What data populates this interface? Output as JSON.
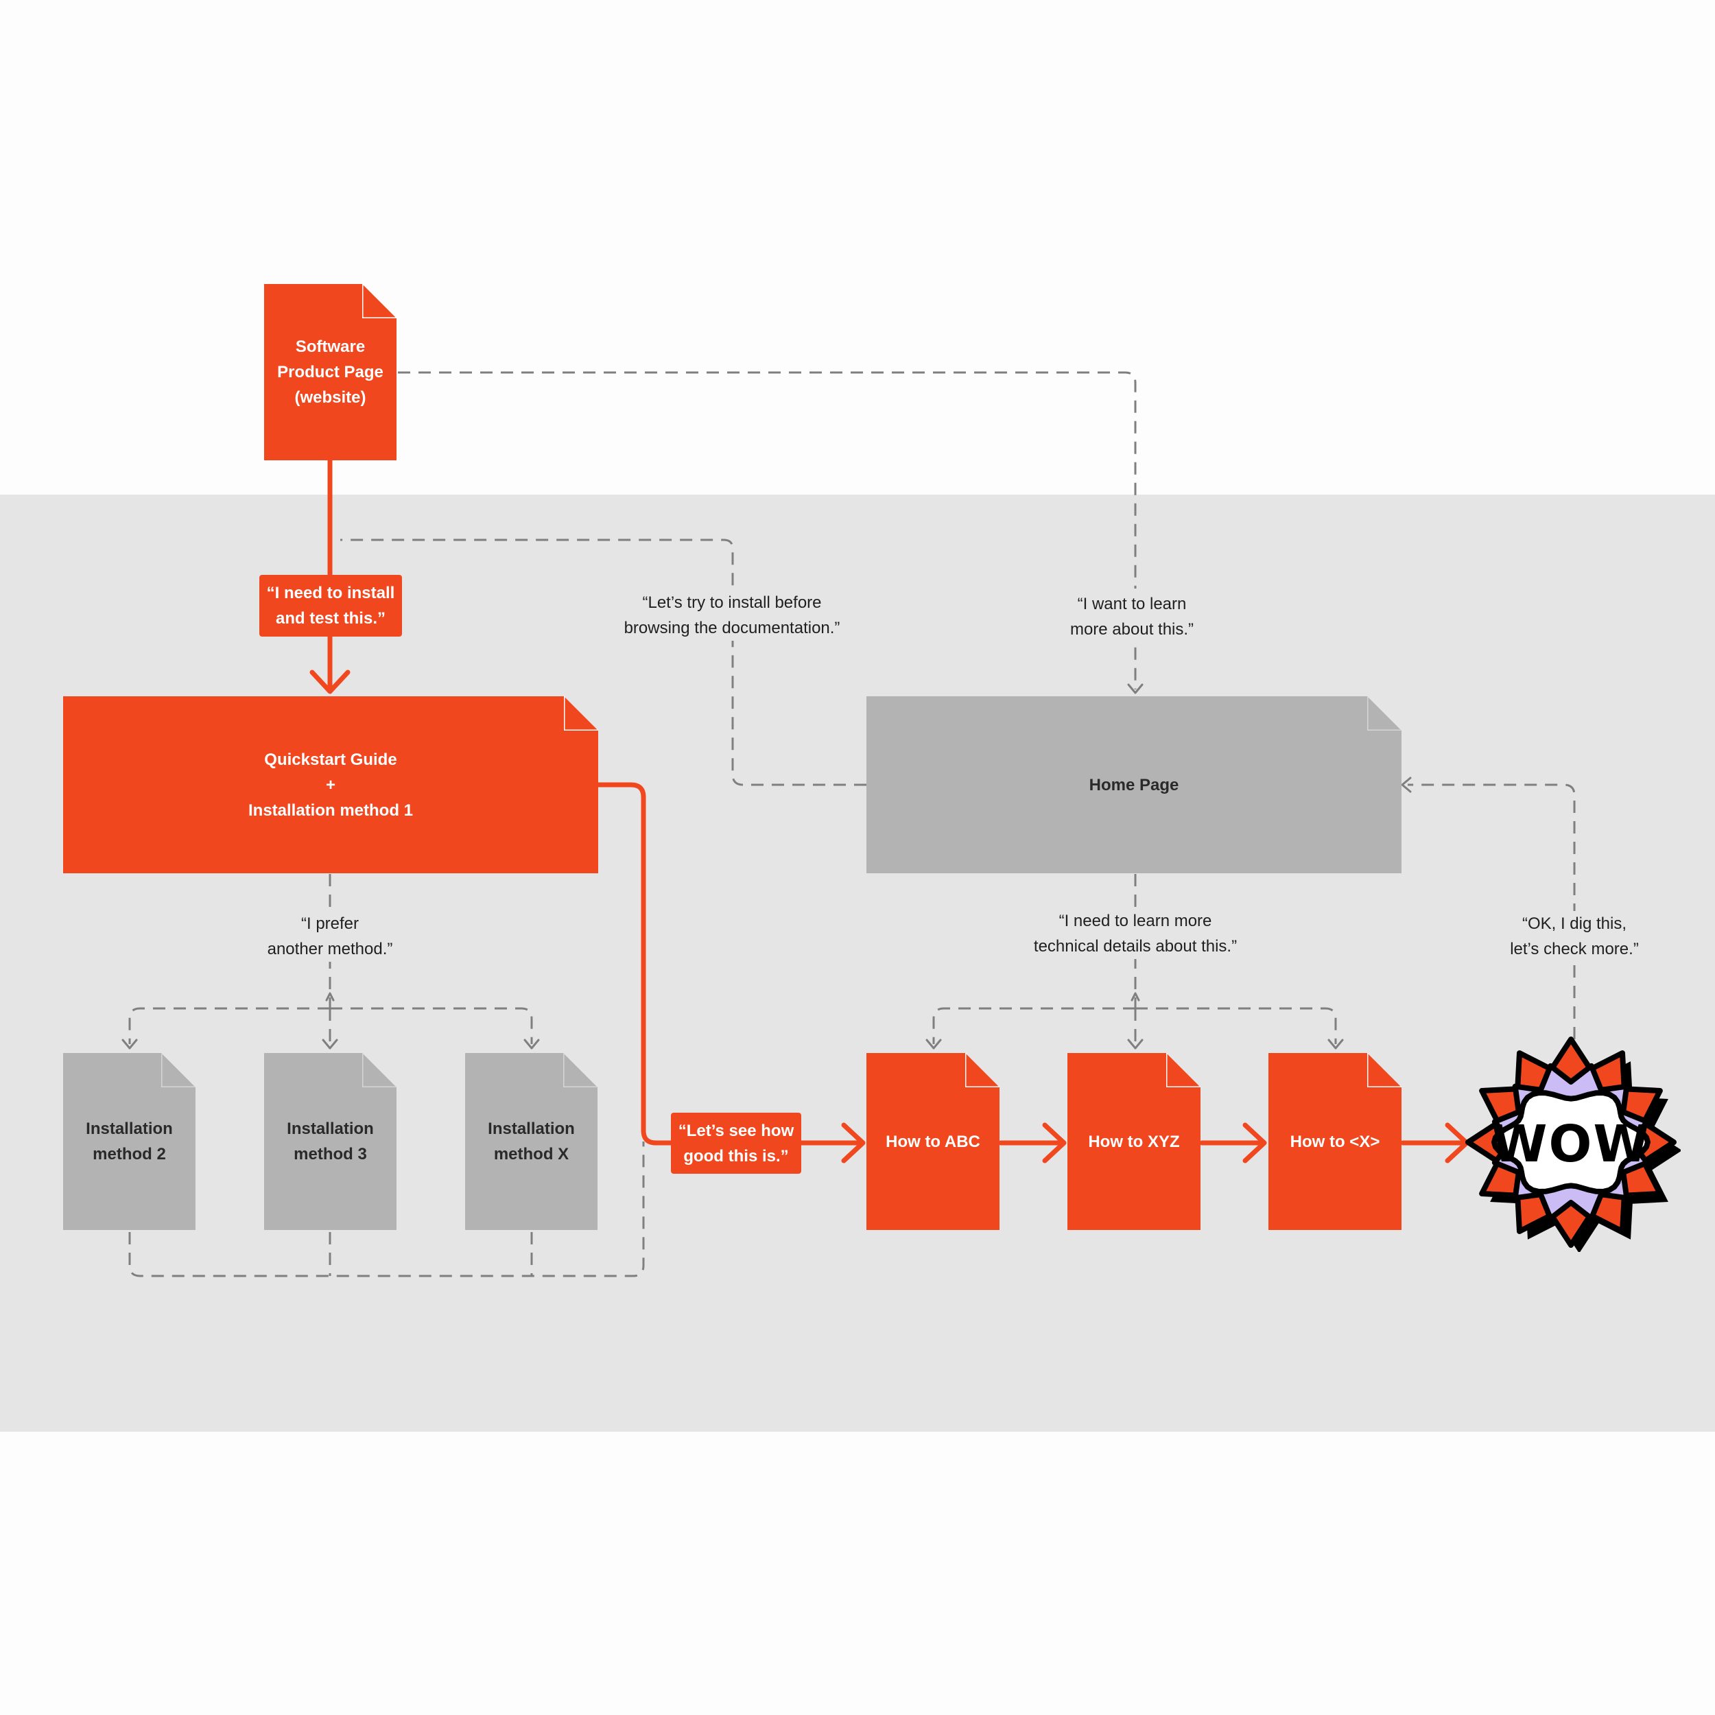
{
  "colors": {
    "accent": "#f1471f",
    "grey_page": "#b3b3b3",
    "band": "#e6e5e5",
    "dashed_line": "#7f7f7f",
    "badge_purple": "#cbbcf5",
    "badge_black": "#000000"
  },
  "nodes": {
    "software_product_page": "Software\nProduct Page\n(website)",
    "quickstart_guide": "Quickstart Guide\n+\nInstallation method 1",
    "home_page": "Home Page",
    "installation_method_2": "Installation\nmethod 2",
    "installation_method_3": "Installation\nmethod 3",
    "installation_method_x": "Installation\nmethod X",
    "how_to_abc": "How to ABC",
    "how_to_xyz": "How to XYZ",
    "how_to_x": "How to <X>"
  },
  "labels": {
    "need_to_install": "“I need to install\nand test this.”",
    "lets_try_install": "“Let’s try to install before\nbrowsing the documentation.”",
    "want_to_learn": "“I want to learn\nmore about this.”",
    "prefer_another": "“I prefer\nanother method.”",
    "technical_details": "“I need to learn more\ntechnical details about this.”",
    "dig_this": "“OK, I dig this,\nlet’s check more.”",
    "see_how_good": "“Let’s see how\ngood this is.”"
  },
  "badge": {
    "text": "WOW",
    "icon": "wow-starburst-icon"
  }
}
